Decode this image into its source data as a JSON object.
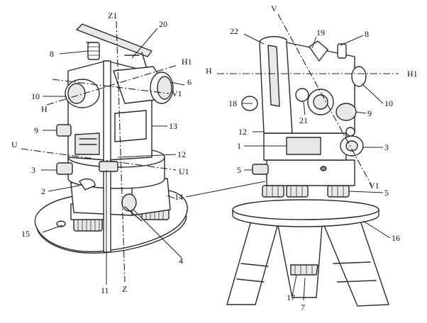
{
  "figure": {
    "left_view": {
      "axis_labels": {
        "z1": "Z1",
        "z": "Z",
        "h1": "H1",
        "h": "H",
        "v1": "V1",
        "u": "U",
        "u1": "U1"
      },
      "part_labels": {
        "p20": "20",
        "p8": "8",
        "p6": "6",
        "p10": "10",
        "p9": "9",
        "p13": "13",
        "p12": "12",
        "p3": "3",
        "p2": "2",
        "p14": "14",
        "p15": "15",
        "p4": "4",
        "p11": "11"
      }
    },
    "right_view": {
      "axis_labels": {
        "v": "V",
        "h": "H",
        "h1": "H1",
        "v1": "V1"
      },
      "part_labels": {
        "p22": "22",
        "p19": "19",
        "p8": "8",
        "p10": "10",
        "p18": "18",
        "p21": "21",
        "p9": "9",
        "p12": "12",
        "p1": "1",
        "p3": "3",
        "p5_left": "5",
        "p5_right": "5",
        "p16": "16",
        "p17": "17",
        "p7": "7"
      }
    }
  }
}
